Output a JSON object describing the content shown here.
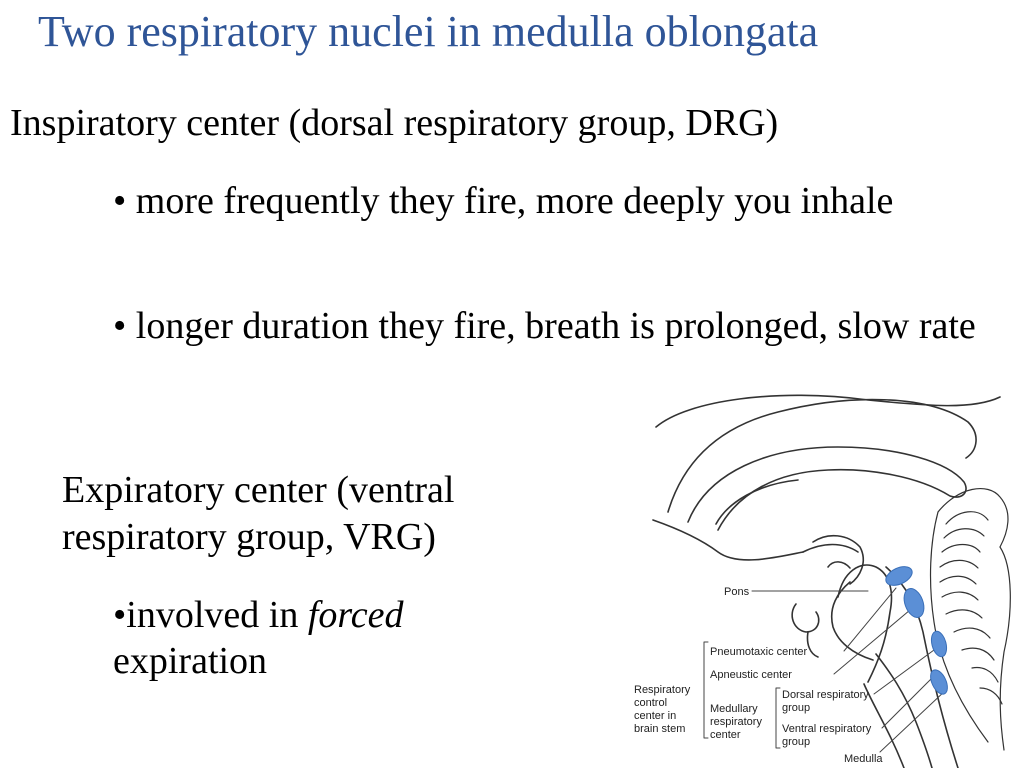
{
  "title": "Two respiratory nuclei in medulla oblongata",
  "inspiratory": {
    "heading": "Inspiratory center (dorsal respiratory group, DRG)",
    "bullets": [
      "• more frequently they fire, more deeply you inhale",
      "• longer duration they fire, breath is prolonged, slow rate"
    ]
  },
  "expiratory": {
    "heading": "Expiratory center (ventral respiratory group, VRG)",
    "bullet_prefix": "•involved in ",
    "bullet_emphasis": "forced",
    "bullet_suffix": "expiration"
  },
  "diagram": {
    "labels": {
      "pons": "Pons",
      "pneumotaxic": "Pneumotaxic center",
      "apneustic": "Apneustic center",
      "respiratory_control": [
        "Respiratory",
        "control",
        "center in",
        "brain stem"
      ],
      "medullary": [
        "Medullary",
        "respiratory",
        "center"
      ],
      "dorsal": [
        "Dorsal respiratory",
        "group"
      ],
      "ventral": [
        "Ventral respiratory",
        "group"
      ],
      "medulla": "Medulla"
    },
    "nucleus_color": "#5b8fd6"
  }
}
